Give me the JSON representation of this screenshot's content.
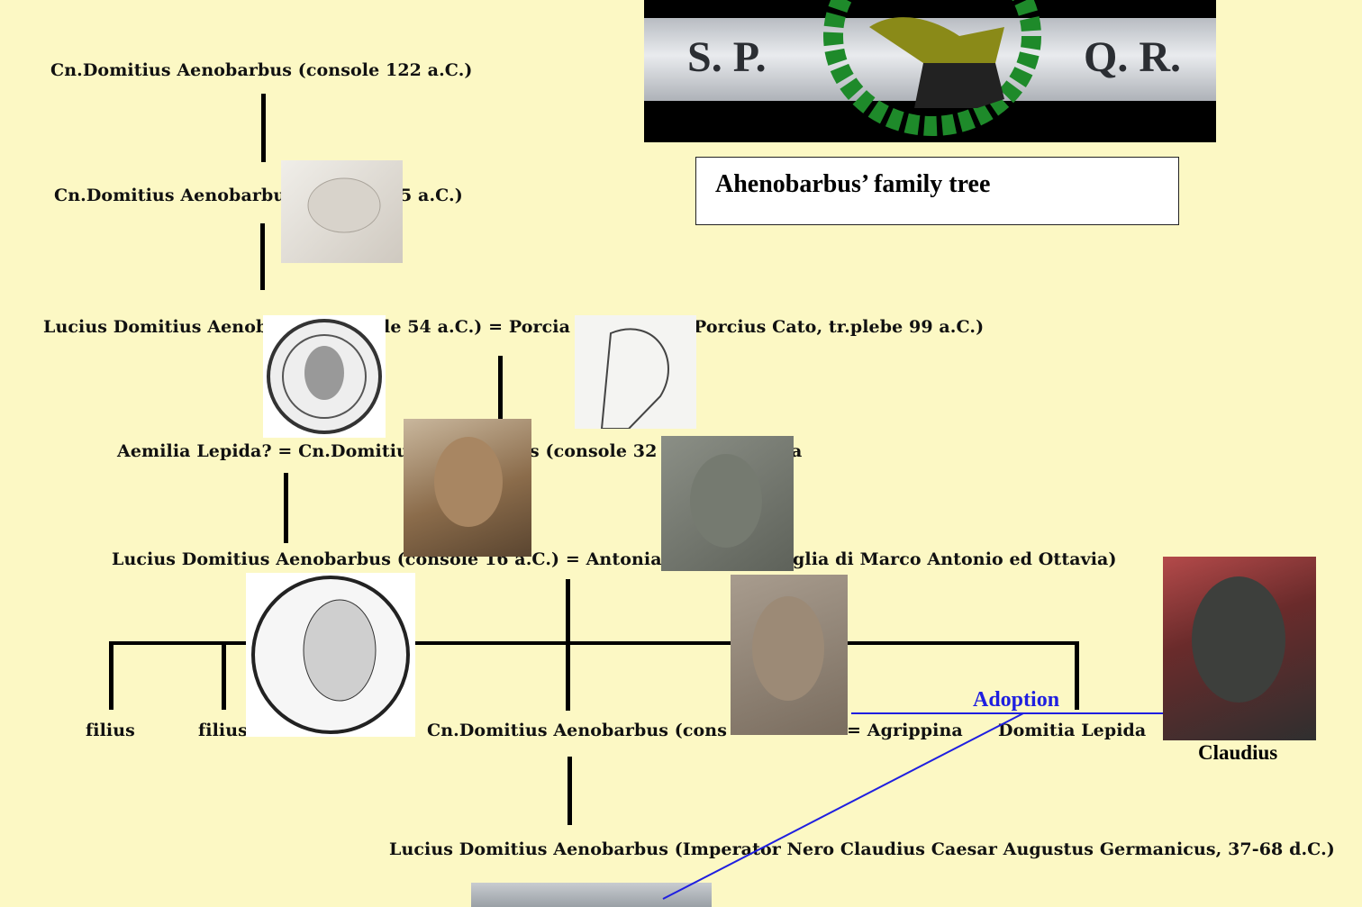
{
  "banner": {
    "left_text": "S. P.",
    "right_text": "Q. R."
  },
  "title": "Ahenobarbus’ family tree",
  "tree": {
    "gen1": "Cn.Domitius Aenobarbus (console 122 a.C.)",
    "gen2_left": "Cn.Domitius Aenobarbu",
    "gen2_right": "5 a.C.)",
    "gen3_left": "Lucius Domitius Aenob",
    "gen3_mid": "le 54 a.C.) = Porcia",
    "gen3_right": "Porcius Cato, tr.plebe 99 a.C.)",
    "gen4_left": "Aemilia Lepida? = Cn.Domitiu",
    "gen4_mid": "s (console 32",
    "gen4_right": "a",
    "gen5_left": "Lucius Domitius Aenobarbus (console 16 a.C.) = Antonia",
    "gen5_right": "glia di Marco Antonio ed Ottavia)",
    "child1": "filius",
    "child2": "filius",
    "gen6_mid_left": "Cn.Domitius Aenobarbus (cons",
    "gen6_mid_right": "= Agrippina",
    "gen6_right": "Domitia Lepida",
    "gen7": "Lucius Domitius Aenobarbus (Imperator Nero Claudius Caesar Augustus Germanicus, 37-68 d.C.)"
  },
  "adoption_label": "Adoption",
  "claudius_label": "Claudius",
  "colors": {
    "background": "#fcf8c4",
    "line": "#000000",
    "adoption": "#1f1fe0"
  }
}
